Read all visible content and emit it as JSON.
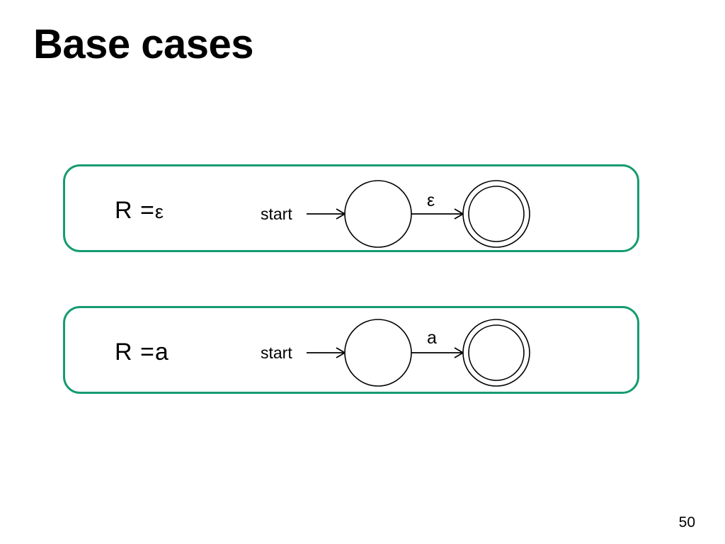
{
  "slide": {
    "title": "Base cases",
    "page_number": "50",
    "accent_color": "#159b72",
    "background_color": "#ffffff",
    "text_color": "#000000"
  },
  "cases": [
    {
      "id": "epsilon-case",
      "regex_prefix": "R = ",
      "regex_symbol": "ε",
      "symbol_style": "small",
      "automaton": {
        "start_label": "start",
        "transition_label": "ε",
        "start_state_name": "start-state",
        "accept_state_name": "accept-state",
        "accept_state_type": "double-circle"
      }
    },
    {
      "id": "literal-a-case",
      "regex_prefix": "R = ",
      "regex_symbol": "a",
      "symbol_style": "normal",
      "automaton": {
        "start_label": "start",
        "transition_label": "a",
        "start_state_name": "start-state",
        "accept_state_name": "accept-state",
        "accept_state_type": "double-circle"
      }
    }
  ]
}
